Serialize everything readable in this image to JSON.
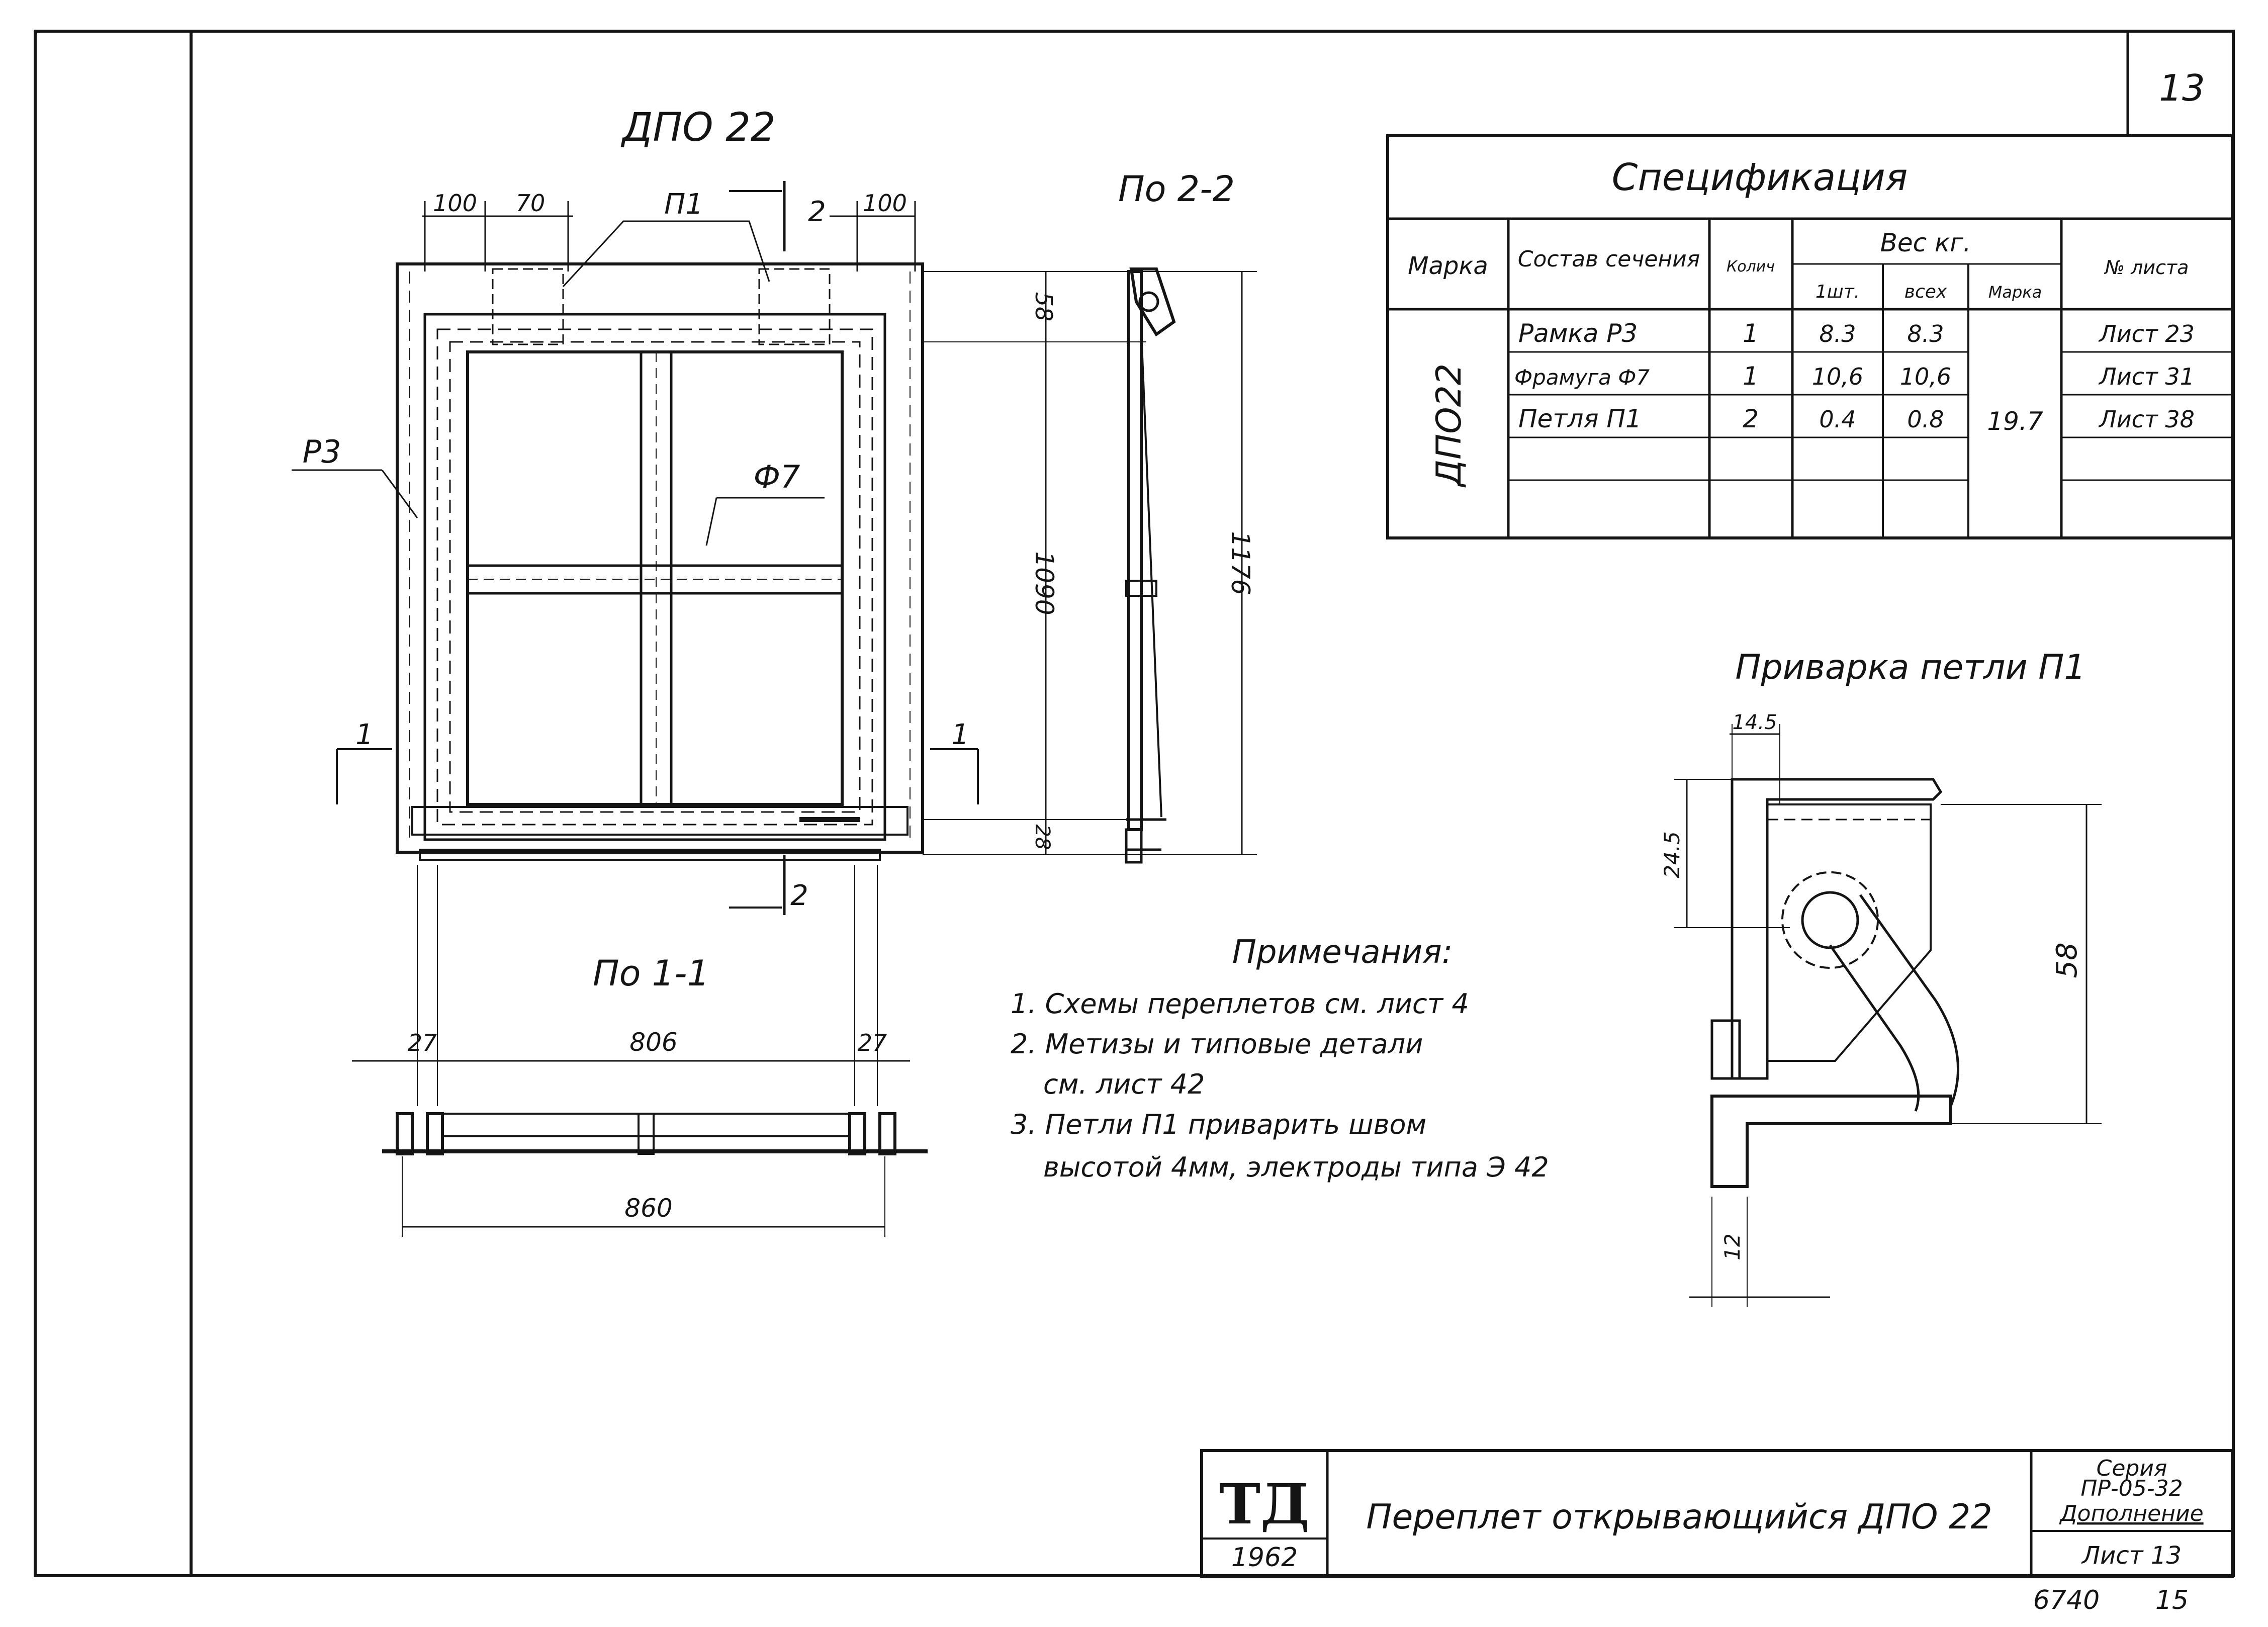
{
  "sheet": {
    "corner_number": "13",
    "drawing_title": "ДПО 22",
    "stamp": {
      "logo": "ТД",
      "year": "1962",
      "description": "Переплет открывающийся ДПО 22",
      "series_label": "Серия",
      "series_code": "ПР-05-32",
      "supplement": "Дополнение",
      "sheet_label": "Лист 13"
    },
    "footer_code": "6740",
    "footer_page": "15"
  },
  "elevation": {
    "dims_top": [
      "100",
      "70",
      "100"
    ],
    "callout_hinge": "П1",
    "cut_2_top": "2",
    "cut_2_bottom": "2",
    "cut_1_left": "1",
    "cut_1_right": "1",
    "frame_label": "Р3",
    "transom_label": "Ф7"
  },
  "section_2_2": {
    "title": "По 2-2",
    "dim_top": "58",
    "dim_middle": "1090",
    "dim_bottom": "28",
    "dim_overall": "1176"
  },
  "section_1_1": {
    "title": "По 1-1",
    "dim_left": "27",
    "dim_middle": "806",
    "dim_right": "27",
    "dim_overall": "860"
  },
  "specification": {
    "title": "Спецификация",
    "headers": {
      "mark": "Марка",
      "section": "Состав сечения",
      "qty": "Колич",
      "weight": "Вес кг.",
      "weight_unit": "1шт.",
      "weight_all": "всех",
      "weight_mark": "Марка",
      "sheet_no": "№ листа"
    },
    "mark": "ДПО22",
    "rows": [
      {
        "name": "Рамка Р3",
        "qty": "1",
        "w1": "8.3",
        "wall": "8.3",
        "sheet": "Лист 23"
      },
      {
        "name": "Фрамуга Ф7",
        "qty": "1",
        "w1": "10,6",
        "wall": "10,6",
        "sheet": "Лист 31"
      },
      {
        "name": "Петля П1",
        "qty": "2",
        "w1": "0.4",
        "wall": "0.8",
        "sheet": "Лист 38"
      }
    ],
    "mark_weight": "19.7"
  },
  "weld_detail": {
    "title": "Приварка петли П1",
    "dim_top": "14.5",
    "dim_left": "24.5",
    "dim_right": "58",
    "dim_bottom": "12"
  },
  "notes": {
    "title": "Примечания:",
    "items": [
      "1. Схемы переплетов см. лист 4",
      "2. Метизы и типовые детали",
      "см. лист 42",
      "3. Петли П1 приварить швом",
      "высотой 4мм, электроды типа Э 42"
    ]
  }
}
